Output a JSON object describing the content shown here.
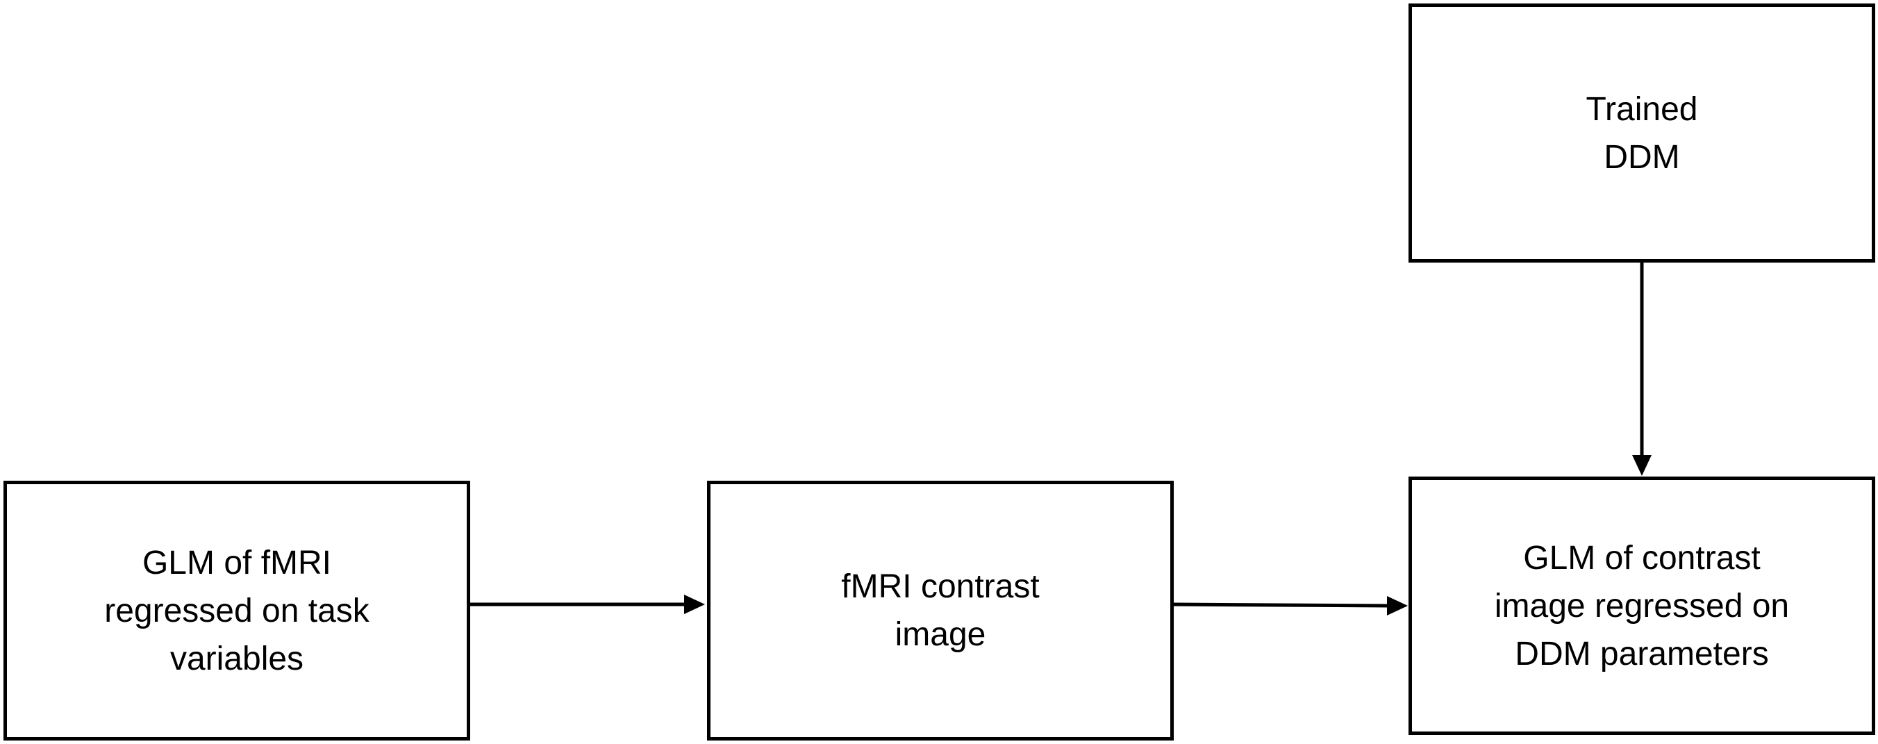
{
  "diagram": {
    "nodes": {
      "trained_ddm": {
        "lines": [
          "Trained",
          "DDM"
        ]
      },
      "glm_fmri": {
        "lines": [
          "GLM of fMRI",
          "regressed on task",
          "variables"
        ]
      },
      "contrast_image": {
        "lines": [
          "fMRI contrast",
          "image"
        ]
      },
      "glm_contrast": {
        "lines": [
          "GLM of contrast",
          "image regressed on",
          "DDM parameters"
        ]
      }
    },
    "edges": [
      {
        "from": "glm_fmri",
        "to": "contrast_image"
      },
      {
        "from": "contrast_image",
        "to": "glm_contrast"
      },
      {
        "from": "trained_ddm",
        "to": "glm_contrast"
      }
    ],
    "colors": {
      "stroke": "#000000",
      "background": "#ffffff"
    }
  }
}
